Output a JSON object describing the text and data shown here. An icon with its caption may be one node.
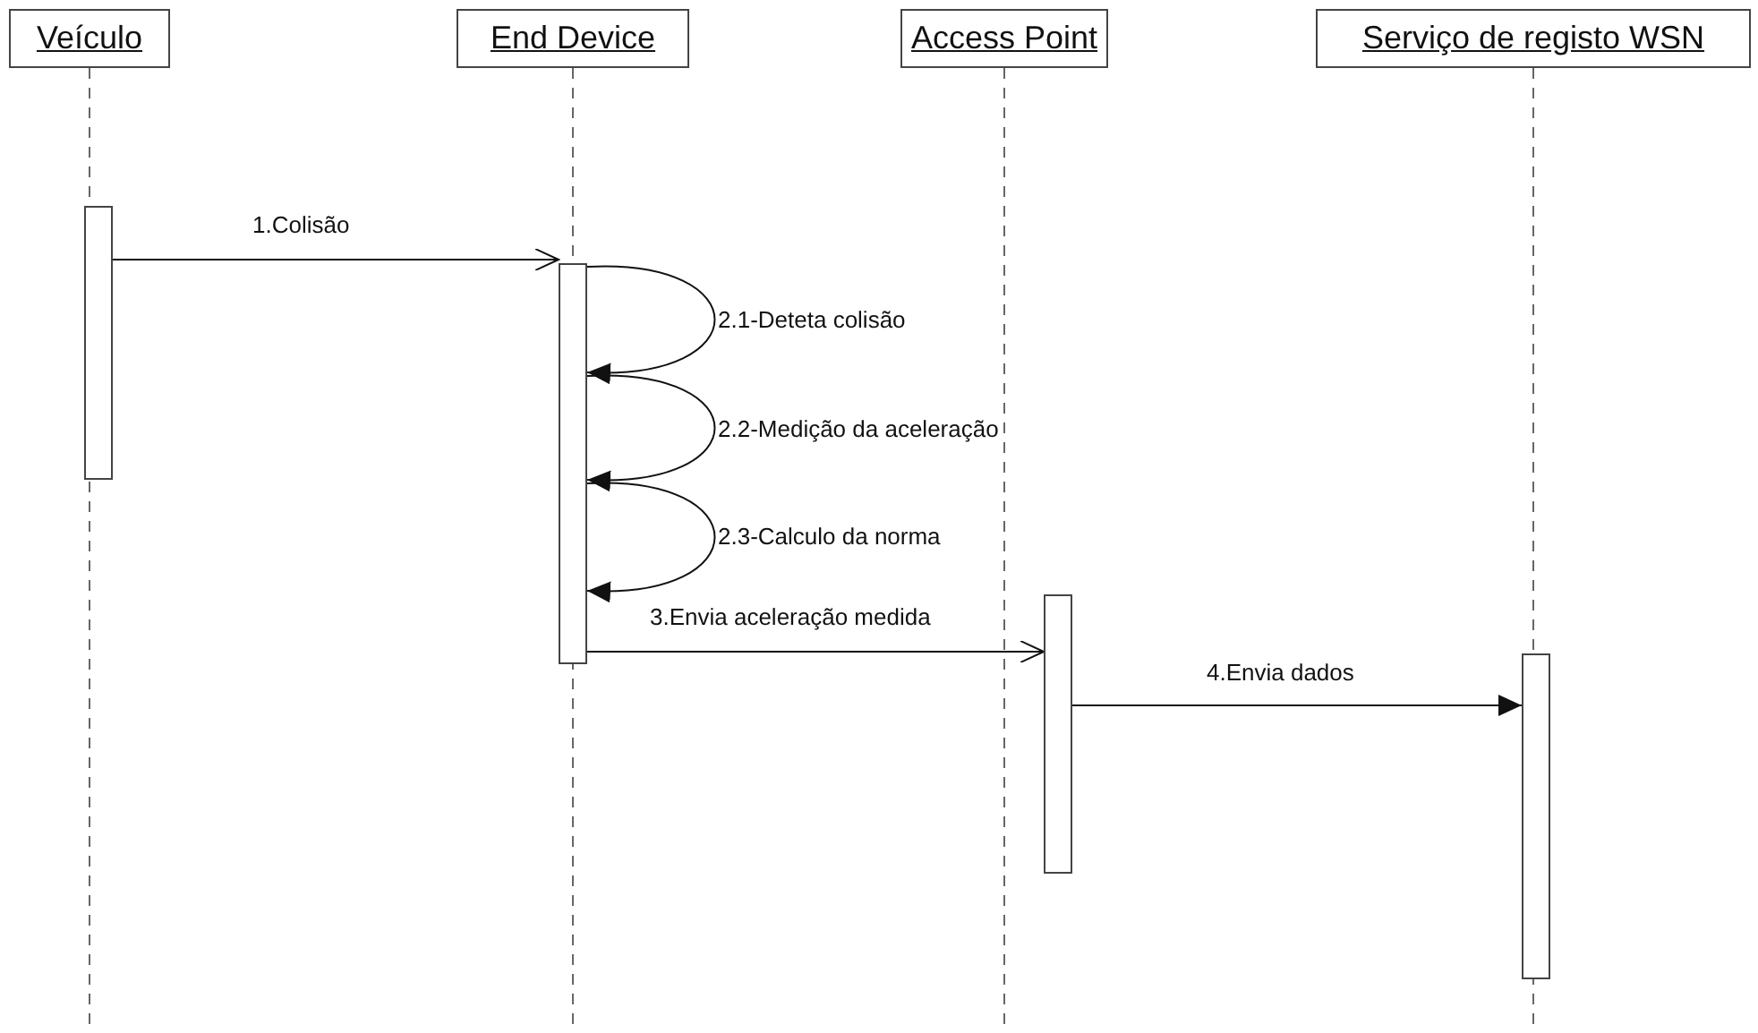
{
  "diagram": {
    "nodes": [
      {
        "text": [
          "Veículo"
        ]
      },
      {
        "text": [
          "End Device"
        ]
      },
      {
        "text": [
          "Access Point"
        ]
      },
      {
        "text": [
          "Serviço de registo WSN"
        ]
      },
      {
        "text": [],
        "shape": "bar"
      },
      {
        "text": [],
        "shape": "bar"
      },
      {
        "text": [],
        "shape": "bar"
      },
      {
        "text": [],
        "shape": "bar"
      }
    ],
    "edges": [
      {
        "from": 4,
        "to": 5,
        "arrow": "to",
        "label": "1.Colisão"
      },
      {
        "from": 5,
        "to": 5,
        "arrow": "to",
        "label": "2.1-Deteta colisão"
      },
      {
        "from": 5,
        "to": 5,
        "arrow": "to",
        "label": "2.2-Medição da aceleração"
      },
      {
        "from": 5,
        "to": 5,
        "arrow": "to",
        "label": "2.3-Calculo da norma"
      },
      {
        "from": 5,
        "to": 6,
        "arrow": "to",
        "label": "3.Envia aceleração medida"
      },
      {
        "from": 6,
        "to": 7,
        "arrow": "to",
        "label": "4.Envia dados"
      }
    ]
  }
}
